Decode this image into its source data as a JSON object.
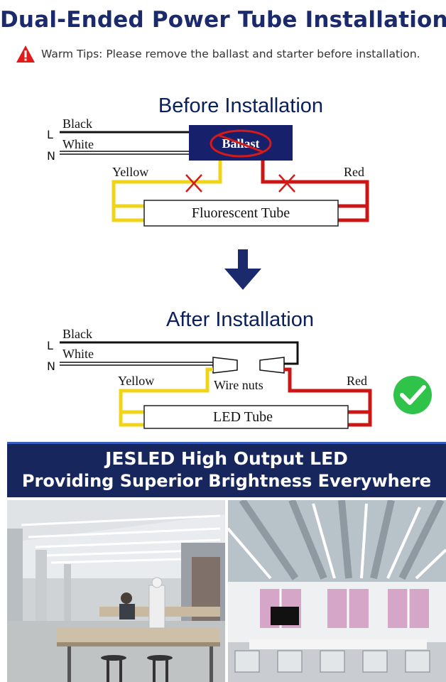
{
  "header": {
    "title": "Dual-Ended Power Tube Installation",
    "warning_icon": "warning-triangle-icon",
    "tips": "Warm Tips: Please remove the ballast and starter before installation."
  },
  "before": {
    "heading": "Before Installation",
    "label_black": "Black",
    "label_white": "White",
    "label_l": "L",
    "label_n": "N",
    "ballast": "Ballast",
    "label_yellow": "Yellow",
    "label_red": "Red",
    "tube": "Fluorescent Tube"
  },
  "arrow_icon": "arrow-down-icon",
  "after": {
    "heading": "After Installation",
    "label_black": "Black",
    "label_white": "White",
    "label_l": "L",
    "label_n": "N",
    "label_yellow": "Yellow",
    "wire_nuts": "Wire nuts",
    "label_red": "Red",
    "tube": "LED Tube",
    "check_icon": "check-circle-icon"
  },
  "banner": {
    "line1": "JESLED High Output LED",
    "line2": "Providing Superior Brightness Everywhere"
  },
  "colors": {
    "title": "#1a2a6c",
    "banner_bg": "#17275e",
    "ballast_box": "#16206b",
    "wire_yellow": "#f0d418",
    "wire_red": "#cc1616",
    "check_green": "#2fc34a",
    "warning_red": "#e21a1a"
  }
}
